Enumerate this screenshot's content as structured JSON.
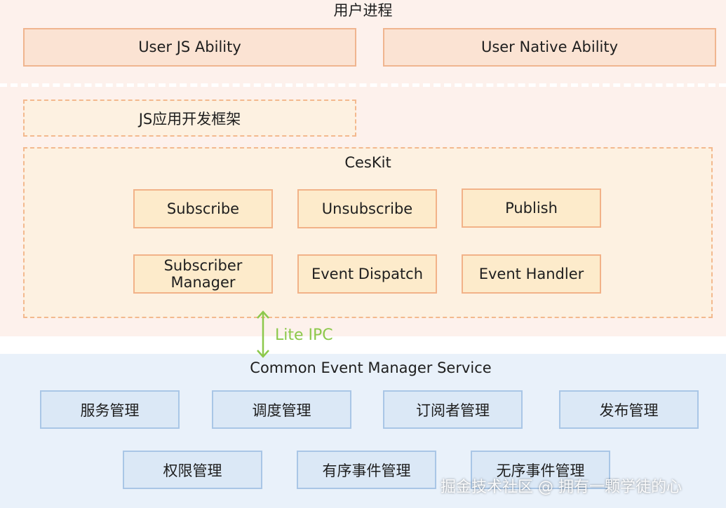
{
  "user_process": {
    "title": "用户进程",
    "js_ability": "User JS Ability",
    "native_ability": "User Native Ability"
  },
  "js_framework": "JS应用开发框架",
  "ceskit": {
    "title": "CesKit",
    "items": [
      "Subscribe",
      "Unsubscribe",
      "Publish",
      "Subscriber\nManager",
      "Event Dispatch",
      "Event Handler"
    ]
  },
  "ipc": "Lite IPC",
  "service": {
    "title": "Common Event Manager Service",
    "items": [
      "服务管理",
      "调度管理",
      "订阅者管理",
      "发布管理",
      "权限管理",
      "有序事件管理",
      "无序事件管理"
    ]
  },
  "watermark": "掘金技术社区 @ 拥有一颗学徒的心",
  "colors": {
    "user_bg": "#fdf1ec",
    "service_bg": "#e9f1fa",
    "orange_border": "#f0b58f",
    "blue_border": "#a9c6e6",
    "ipc_green": "#8cc84b"
  }
}
